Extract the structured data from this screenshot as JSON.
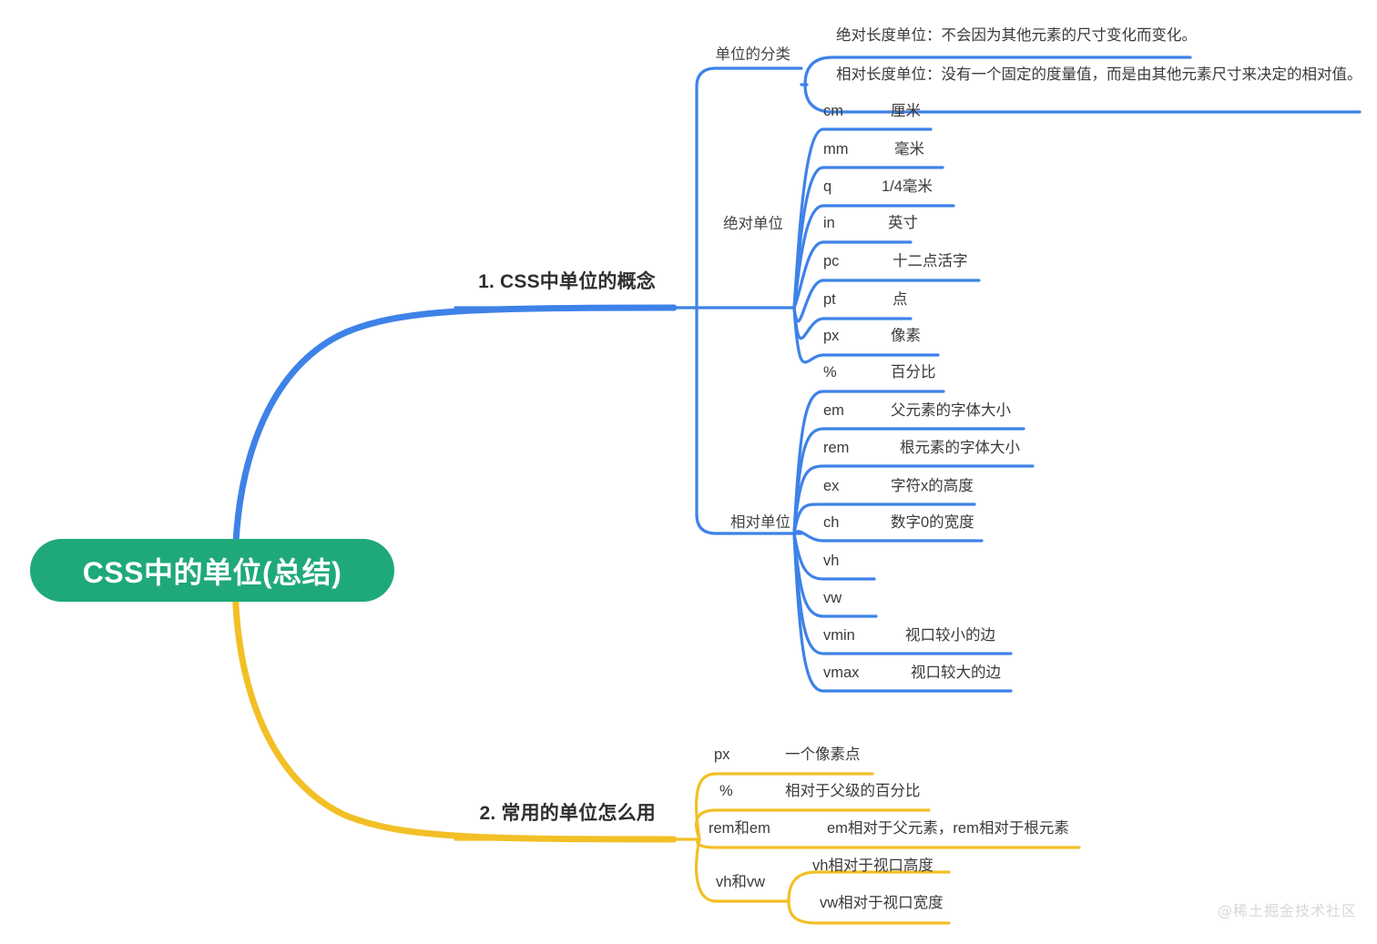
{
  "colors": {
    "root_fill": "#1fa97a",
    "root_text": "#ffffff",
    "branch_blue": "#3e82e8",
    "branch_yellow": "#f2bf26",
    "text": "#3c3c3c",
    "background": "#ffffff",
    "watermark": "#d8d8d8"
  },
  "root": {
    "label": "CSS中的单位(总结)"
  },
  "watermark": {
    "text": "@稀土掘金技术社区"
  },
  "branches": [
    {
      "id": "concept",
      "label": "1. CSS中单位的概念",
      "color": "#3e82e8",
      "children": [
        {
          "id": "classification",
          "label": "单位的分类",
          "children": [
            {
              "label": "绝对长度单位：不会因为其他元素的尺寸变化而变化。"
            },
            {
              "label": "相对长度单位：没有一个固定的度量值，而是由其他元素尺寸来决定的相对值。"
            }
          ]
        },
        {
          "id": "absolute-units",
          "label": "绝对单位",
          "children": [
            {
              "unit": "cm",
              "meaning": "厘米"
            },
            {
              "unit": "mm",
              "meaning": "毫米"
            },
            {
              "unit": "q",
              "meaning": "1/4毫米"
            },
            {
              "unit": "in",
              "meaning": "英寸"
            },
            {
              "unit": "pc",
              "meaning": "十二点活字"
            },
            {
              "unit": "pt",
              "meaning": "点"
            },
            {
              "unit": "px",
              "meaning": "像素"
            }
          ]
        },
        {
          "id": "relative-units",
          "label": "相对单位",
          "children": [
            {
              "unit": "%",
              "meaning": "百分比"
            },
            {
              "unit": "em",
              "meaning": "父元素的字体大小"
            },
            {
              "unit": "rem",
              "meaning": "根元素的字体大小"
            },
            {
              "unit": "ex",
              "meaning": "字符x的高度"
            },
            {
              "unit": "ch",
              "meaning": "数字0的宽度"
            },
            {
              "unit": "vh",
              "meaning": ""
            },
            {
              "unit": "vw",
              "meaning": ""
            },
            {
              "unit": "vmin",
              "meaning": "视口较小的边"
            },
            {
              "unit": "vmax",
              "meaning": "视口较大的边"
            }
          ]
        }
      ]
    },
    {
      "id": "usage",
      "label": "2. 常用的单位怎么用",
      "color": "#f2bf26",
      "children": [
        {
          "id": "usage-px",
          "label": "px",
          "meaning": "一个像素点"
        },
        {
          "id": "usage-pct",
          "label": "%",
          "meaning": "相对于父级的百分比"
        },
        {
          "id": "usage-remem",
          "label": "rem和em",
          "meaning": "em相对于父元素，rem相对于根元素"
        },
        {
          "id": "usage-vhvw",
          "label": "vh和vw",
          "children": [
            {
              "label": "vh相对于视口高度"
            },
            {
              "label": "vw相对于视口宽度"
            }
          ]
        }
      ]
    }
  ]
}
